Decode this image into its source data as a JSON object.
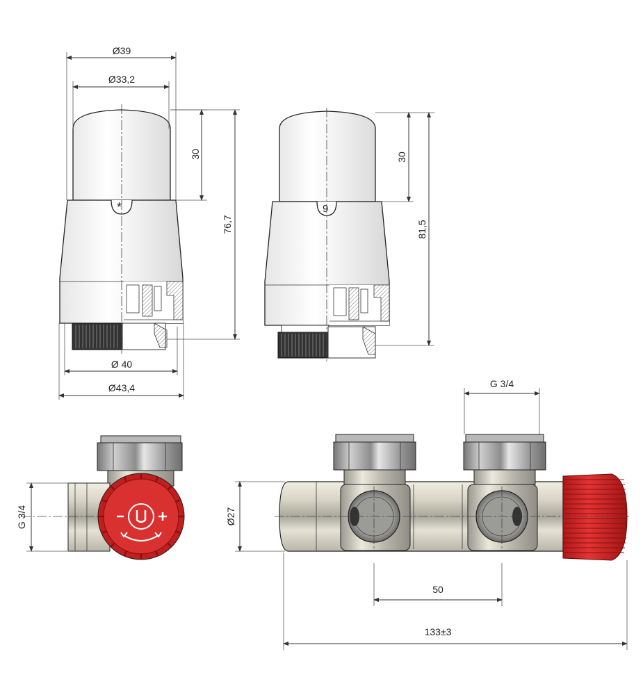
{
  "dimensions": {
    "head1_outer_diameter": "Ø39",
    "head1_cap_diameter": "Ø33,2",
    "head1_cap_height": "30",
    "head1_total_height": "76,7",
    "head1_nut_diameter": "Ø 40",
    "head1_body_diameter": "Ø43,4",
    "head2_cap_height": "30",
    "head2_total_height": "81,5",
    "valve_thread_top": "G 3/4",
    "valve_thread_side": "G 3/4",
    "valve_body_diameter": "Ø27",
    "valve_spacing": "50",
    "valve_total_length": "133±3"
  },
  "marks": {
    "head1_symbol": "*",
    "head2_symbol": "9"
  },
  "colors": {
    "line": "#222222",
    "red_cap": "#d42a2a",
    "chrome": "#c9c6b8",
    "nut": "#a8a8a8"
  }
}
